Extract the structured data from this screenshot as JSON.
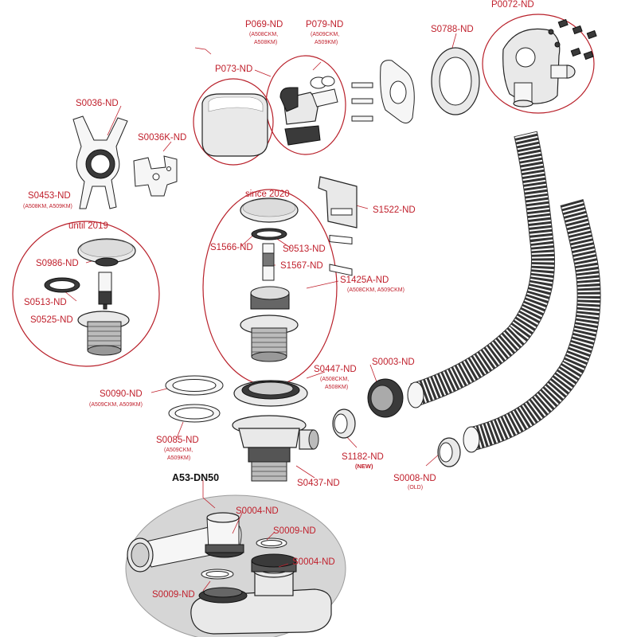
{
  "diagram": {
    "model": "A53-DN50",
    "captions": {
      "since": "since 2020",
      "until": "until 2019"
    },
    "parts": {
      "P0072": {
        "code": "P0072-ND"
      },
      "P069": {
        "code": "P069-ND",
        "note1": "(A508CKM,",
        "note2": "A508KM)"
      },
      "P079": {
        "code": "P079-ND",
        "note1": "(A509CKM,",
        "note2": "A509KM)"
      },
      "S0788": {
        "code": "S0788-ND"
      },
      "P073": {
        "code": "P073-ND"
      },
      "S0036": {
        "code": "S0036-ND"
      },
      "S0036K": {
        "code": "S0036K-ND"
      },
      "S0453": {
        "code": "S0453-ND",
        "note1": "(A508KM, A509KM)"
      },
      "S1522": {
        "code": "S1522-ND"
      },
      "S0986": {
        "code": "S0986-ND"
      },
      "S1566": {
        "code": "S1566-ND"
      },
      "S0513a": {
        "code": "S0513-ND"
      },
      "S0513b": {
        "code": "S0513-ND"
      },
      "S1567": {
        "code": "S1567-ND"
      },
      "S0525": {
        "code": "S0525-ND"
      },
      "S1425A": {
        "code": "S1425A-ND",
        "note1": "(A508CKM, A509CKM)"
      },
      "S0447": {
        "code": "S0447-ND",
        "note1": "(A508CKM,",
        "note2": "A508KM)"
      },
      "S0003": {
        "code": "S0003-ND"
      },
      "S0090": {
        "code": "S0090-ND",
        "note1": "(A509CKM, A509KM)"
      },
      "S0085": {
        "code": "S0085-ND",
        "note1": "(A509CKM,",
        "note2": "A509KM)"
      },
      "S1182": {
        "code": "S1182-ND",
        "note1": "(NEW)"
      },
      "S0437": {
        "code": "S0437-ND"
      },
      "S0008": {
        "code": "S0008-ND",
        "note1": "(OLD)"
      },
      "S0004a": {
        "code": "S0004-ND"
      },
      "S0009a": {
        "code": "S0009-ND"
      },
      "S0004b": {
        "code": "S0004-ND"
      },
      "S0009b": {
        "code": "S0009-ND"
      }
    }
  }
}
